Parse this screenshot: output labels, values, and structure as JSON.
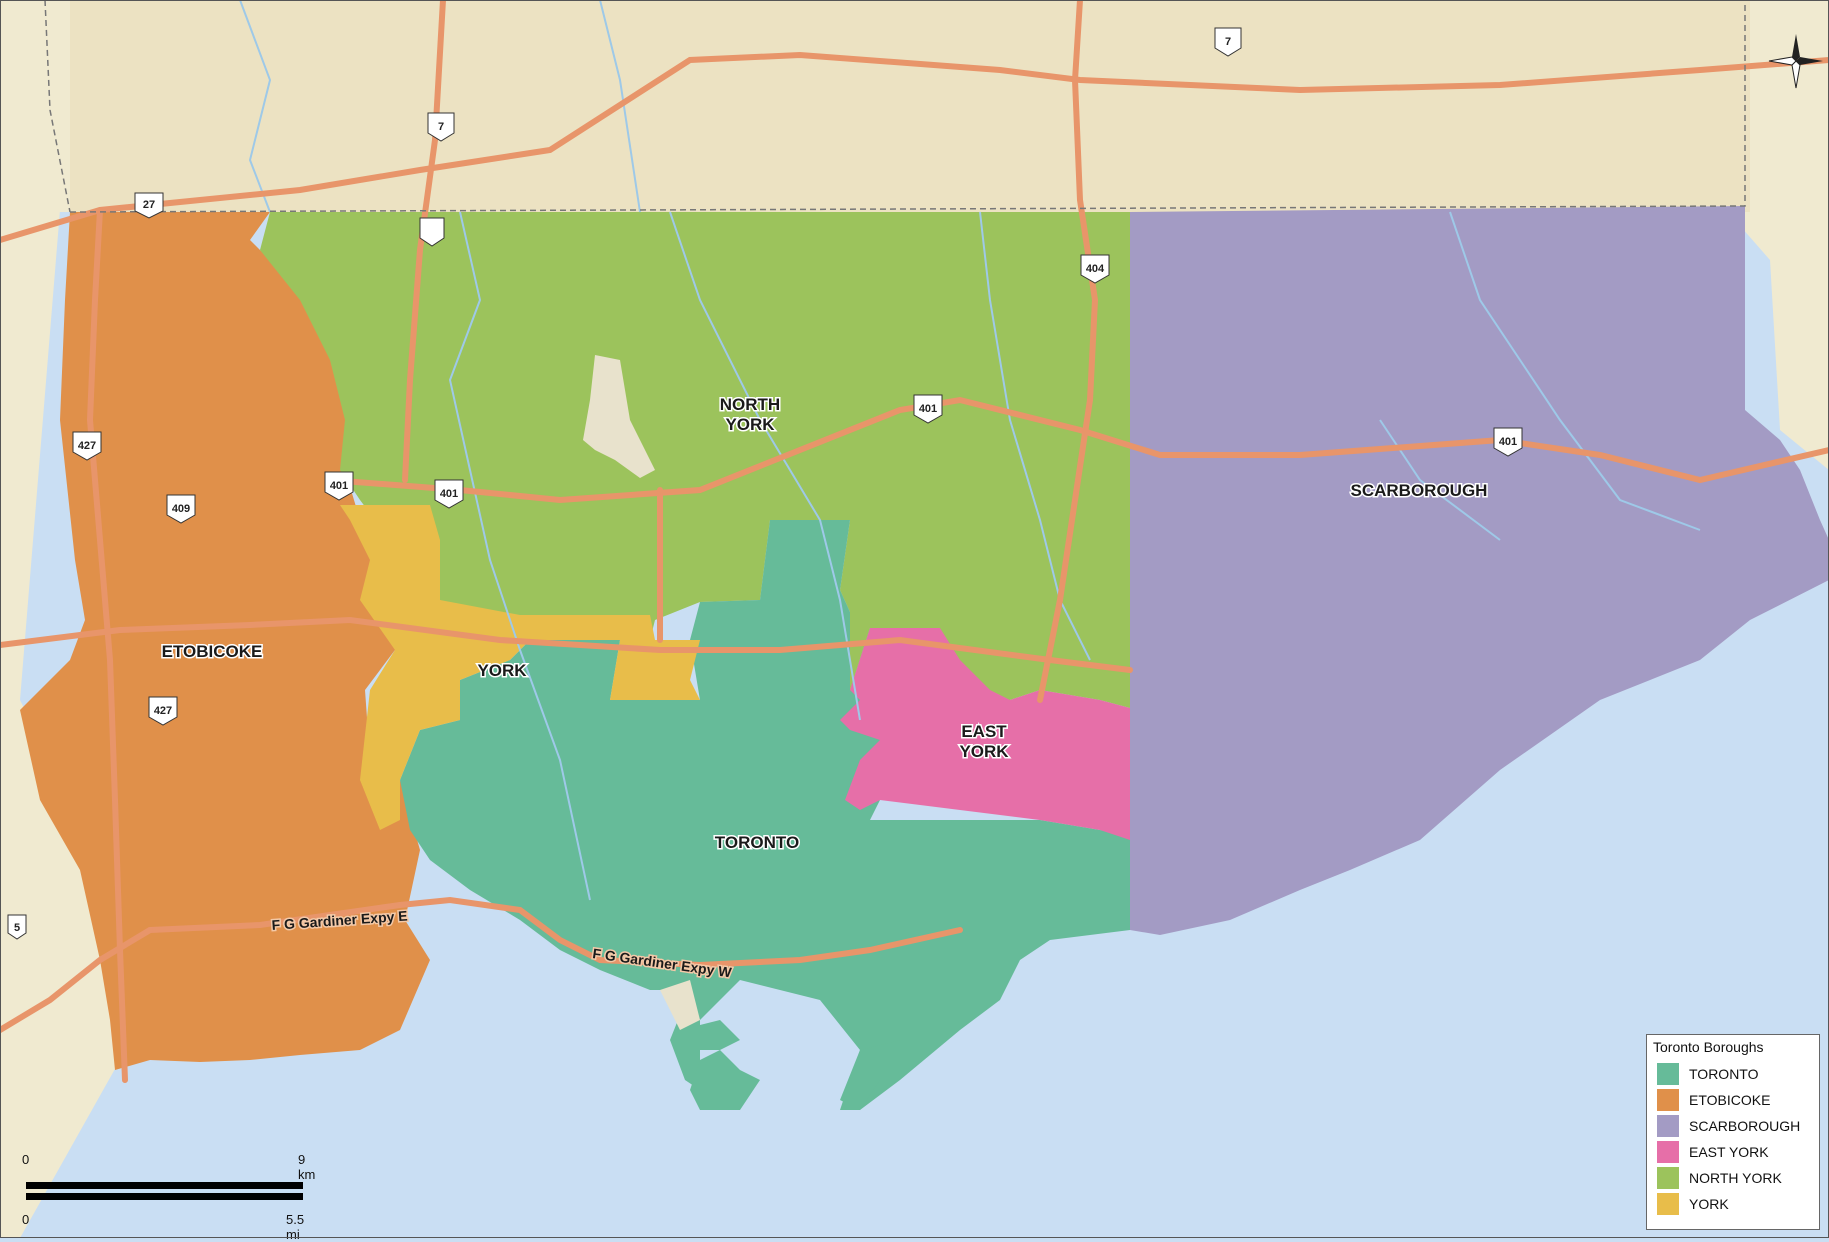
{
  "map": {
    "boroughs": [
      {
        "key": "toronto",
        "label": "TORONTO",
        "color": "#66bb99"
      },
      {
        "key": "etobicoke",
        "label": "ETOBICOKE",
        "color": "#e0904a"
      },
      {
        "key": "scarborough",
        "label": "SCARBOROUGH",
        "color": "#a39bc4"
      },
      {
        "key": "eastyork",
        "label": "EAST\nYORK",
        "color": "#e66fa8"
      },
      {
        "key": "northyork",
        "label": "NORTH\nYORK",
        "color": "#9cc35c"
      },
      {
        "key": "york",
        "label": "YORK",
        "color": "#e8bd4a"
      }
    ],
    "highway_shields": [
      "7",
      "7",
      "27",
      "404",
      "401",
      "401",
      "401",
      "401",
      "427",
      "427",
      "409",
      "5"
    ],
    "expressways": [
      "F G Gardiner Expy E",
      "F G Gardiner Expy W"
    ],
    "colors": {
      "water": "#c9def3",
      "land": "#f0ead0",
      "road": "#e8956a"
    }
  },
  "legend": {
    "title": "Toronto Boroughs",
    "items": [
      {
        "label": "TORONTO",
        "color": "#66bb99"
      },
      {
        "label": "ETOBICOKE",
        "color": "#e0904a"
      },
      {
        "label": "SCARBOROUGH",
        "color": "#a39bc4"
      },
      {
        "label": "EAST YORK",
        "color": "#e66fa8"
      },
      {
        "label": "NORTH YORK",
        "color": "#9cc35c"
      },
      {
        "label": "YORK",
        "color": "#e8bd4a"
      }
    ]
  },
  "scale": {
    "zero_top": "0",
    "km": "9 km",
    "zero_bottom": "0",
    "mi": "5.5 mi"
  },
  "compass": {
    "icon": "north-arrow-icon"
  }
}
